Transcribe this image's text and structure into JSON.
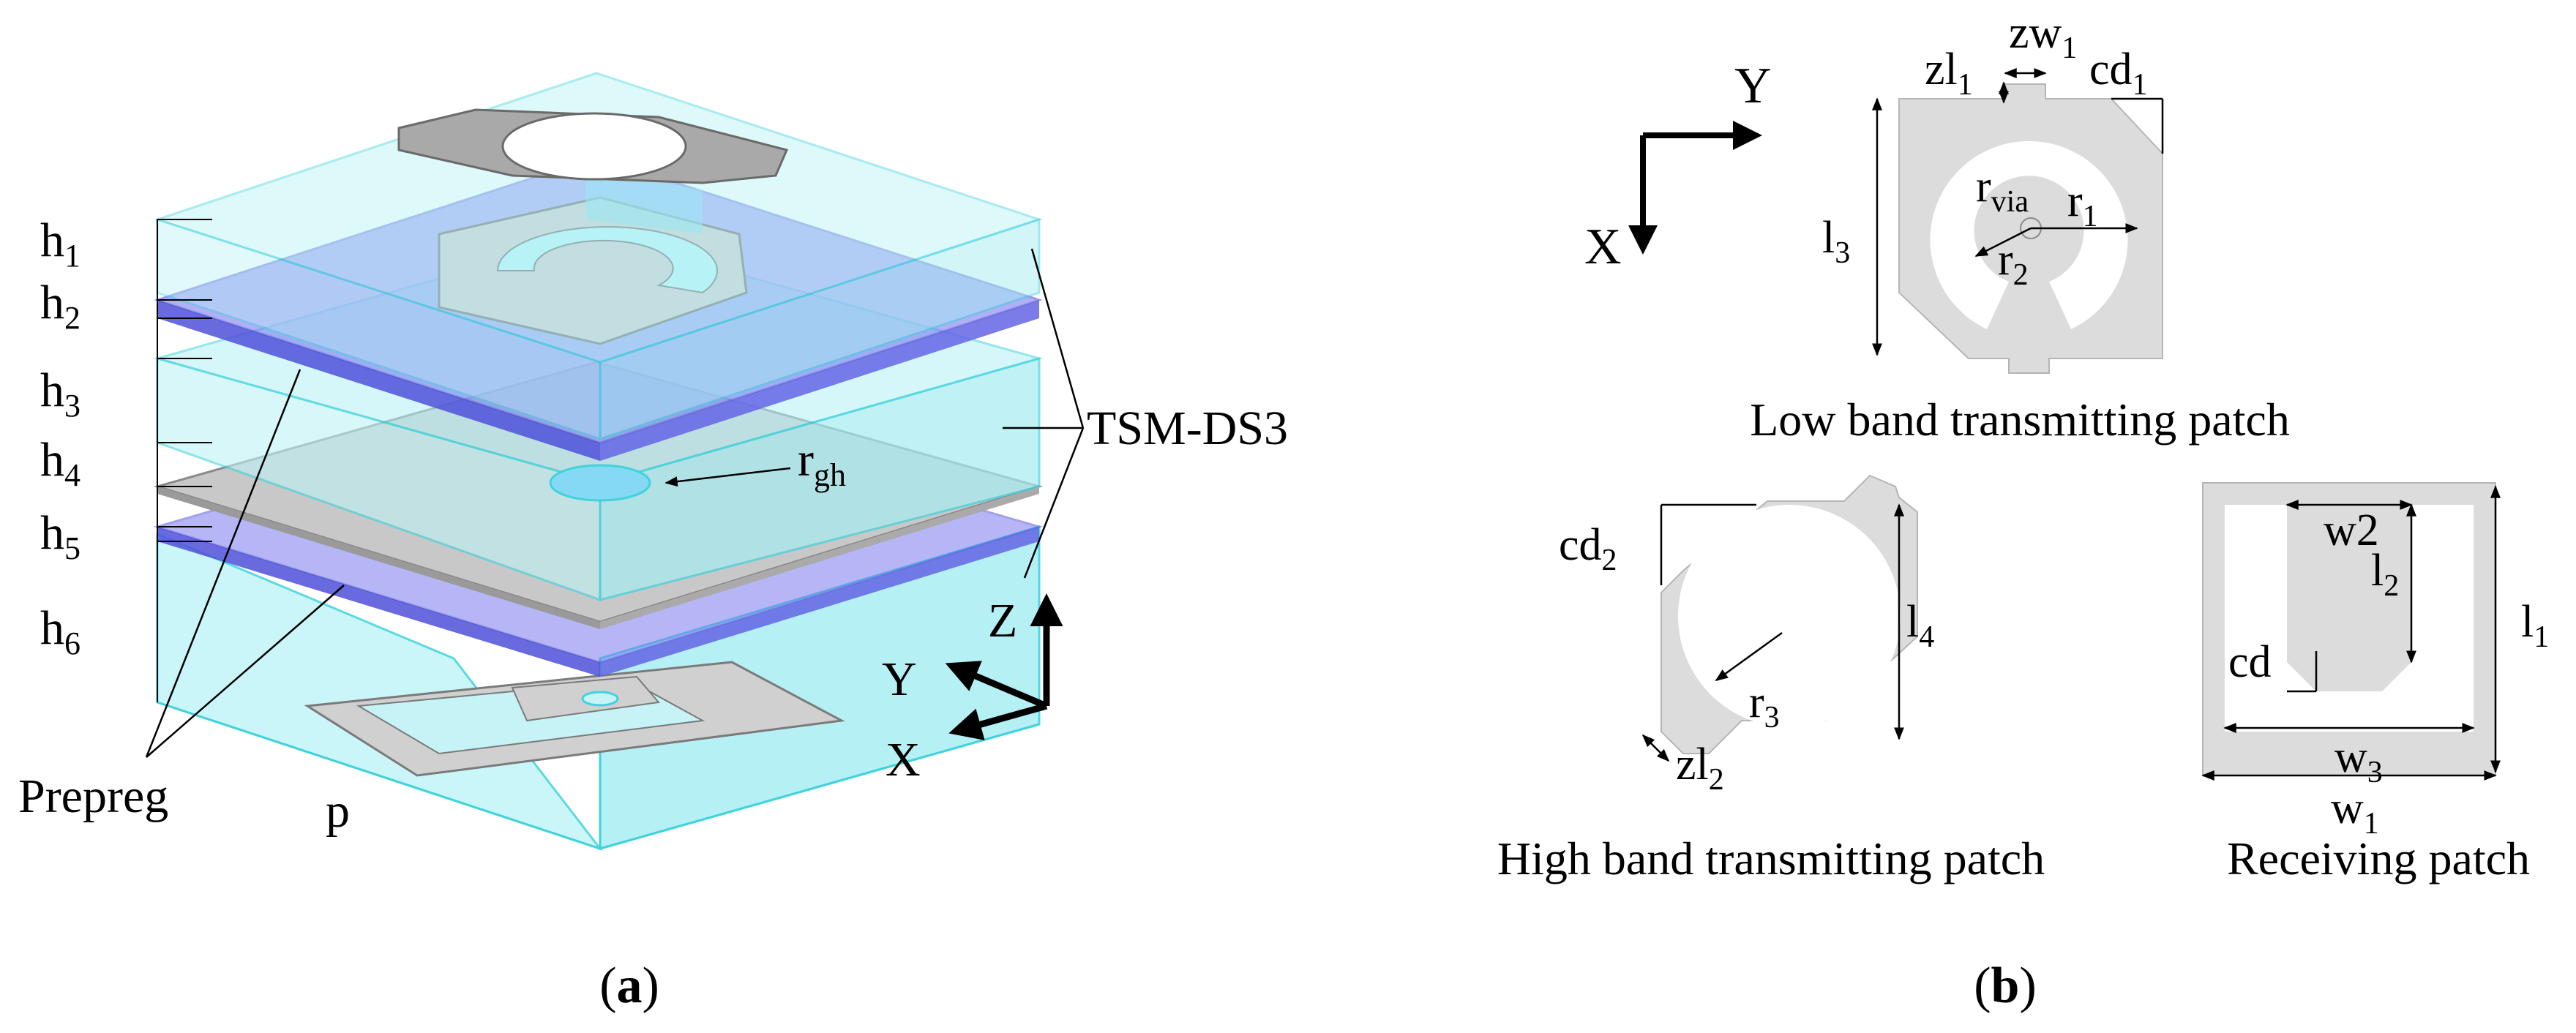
{
  "panel_a": {
    "caption": "(a)",
    "caption_letter": "a",
    "labels": {
      "h1": "h",
      "h1_sub": "1",
      "h2": "h",
      "h2_sub": "2",
      "h3": "h",
      "h3_sub": "3",
      "h4": "h",
      "h4_sub": "4",
      "h5": "h",
      "h5_sub": "5",
      "h6": "h",
      "h6_sub": "6",
      "prepreg": "Prepreg",
      "p": "p",
      "tsm": "TSM-DS3",
      "rgh": "r",
      "rgh_sub": "gh"
    },
    "axes": {
      "x": "X",
      "y": "Y",
      "z": "Z"
    },
    "colors": {
      "substrate": "#b6f2f6",
      "substrate_edge": "#3fd3dc",
      "prepreg": "#7b7cf0",
      "copper": "#c9c9c9"
    }
  },
  "panel_b": {
    "caption": "(b)",
    "caption_letter": "b",
    "axes": {
      "x": "X",
      "y": "Y"
    },
    "low_band": {
      "title": "Low band transmitting patch",
      "zl1": "zl",
      "zl1_sub": "1",
      "zw1": "zw",
      "zw1_sub": "1",
      "cd1": "cd",
      "cd1_sub": "1",
      "l3": "l",
      "l3_sub": "3",
      "rvia": "r",
      "rvia_sub": "via",
      "r1": "r",
      "r1_sub": "1",
      "r2": "r",
      "r2_sub": "2"
    },
    "high_band": {
      "title": "High band transmitting patch",
      "cd2": "cd",
      "cd2_sub": "2",
      "l4": "l",
      "l4_sub": "4",
      "r3": "r",
      "r3_sub": "3",
      "zl2": "zl",
      "zl2_sub": "2"
    },
    "receiving": {
      "title": "Receiving patch",
      "w2": "w2",
      "l2": "l",
      "l2_sub": "2",
      "l1": "l",
      "l1_sub": "1",
      "cd": "cd",
      "w3": "w",
      "w3_sub": "3",
      "w1": "w",
      "w1_sub": "1"
    }
  }
}
